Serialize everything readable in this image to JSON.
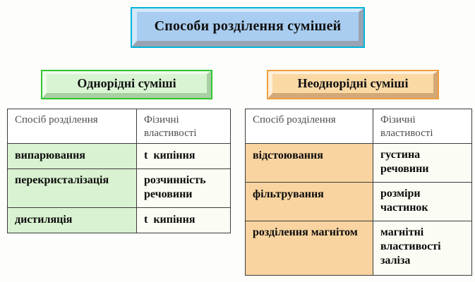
{
  "title": "Способи розділення сумішей",
  "colors": {
    "title_face": "#a9cdf0",
    "title_border": "#00b4da",
    "green_face": "#d9f4d3",
    "green_border": "#2ec62e",
    "green_cell": "#d9f2d1",
    "orange_face": "#fbd9a5",
    "orange_border": "#ef9f3e",
    "orange_cell": "#f9d4a0"
  },
  "left_section": {
    "heading": "Однорідні суміші",
    "table": {
      "headers": [
        "Спосіб розділення",
        "Фізичні властивості"
      ],
      "rows": [
        {
          "method": "випарювання",
          "property": "t  кипіння"
        },
        {
          "method": "перекристалізація",
          "property": "розчинність речовини"
        },
        {
          "method": "дистиляція",
          "property": "t  кипіння"
        }
      ]
    }
  },
  "right_section": {
    "heading": "Неоднорідні суміші",
    "table": {
      "headers": [
        "Спосіб розділення",
        "Фізичні властивості"
      ],
      "rows": [
        {
          "method": "відстоювання",
          "property": "густина речовини"
        },
        {
          "method": "фільтрування",
          "property": "розміри частинок"
        },
        {
          "method": "розділення магнітом",
          "property": "магнітні властивості заліза"
        }
      ]
    }
  }
}
